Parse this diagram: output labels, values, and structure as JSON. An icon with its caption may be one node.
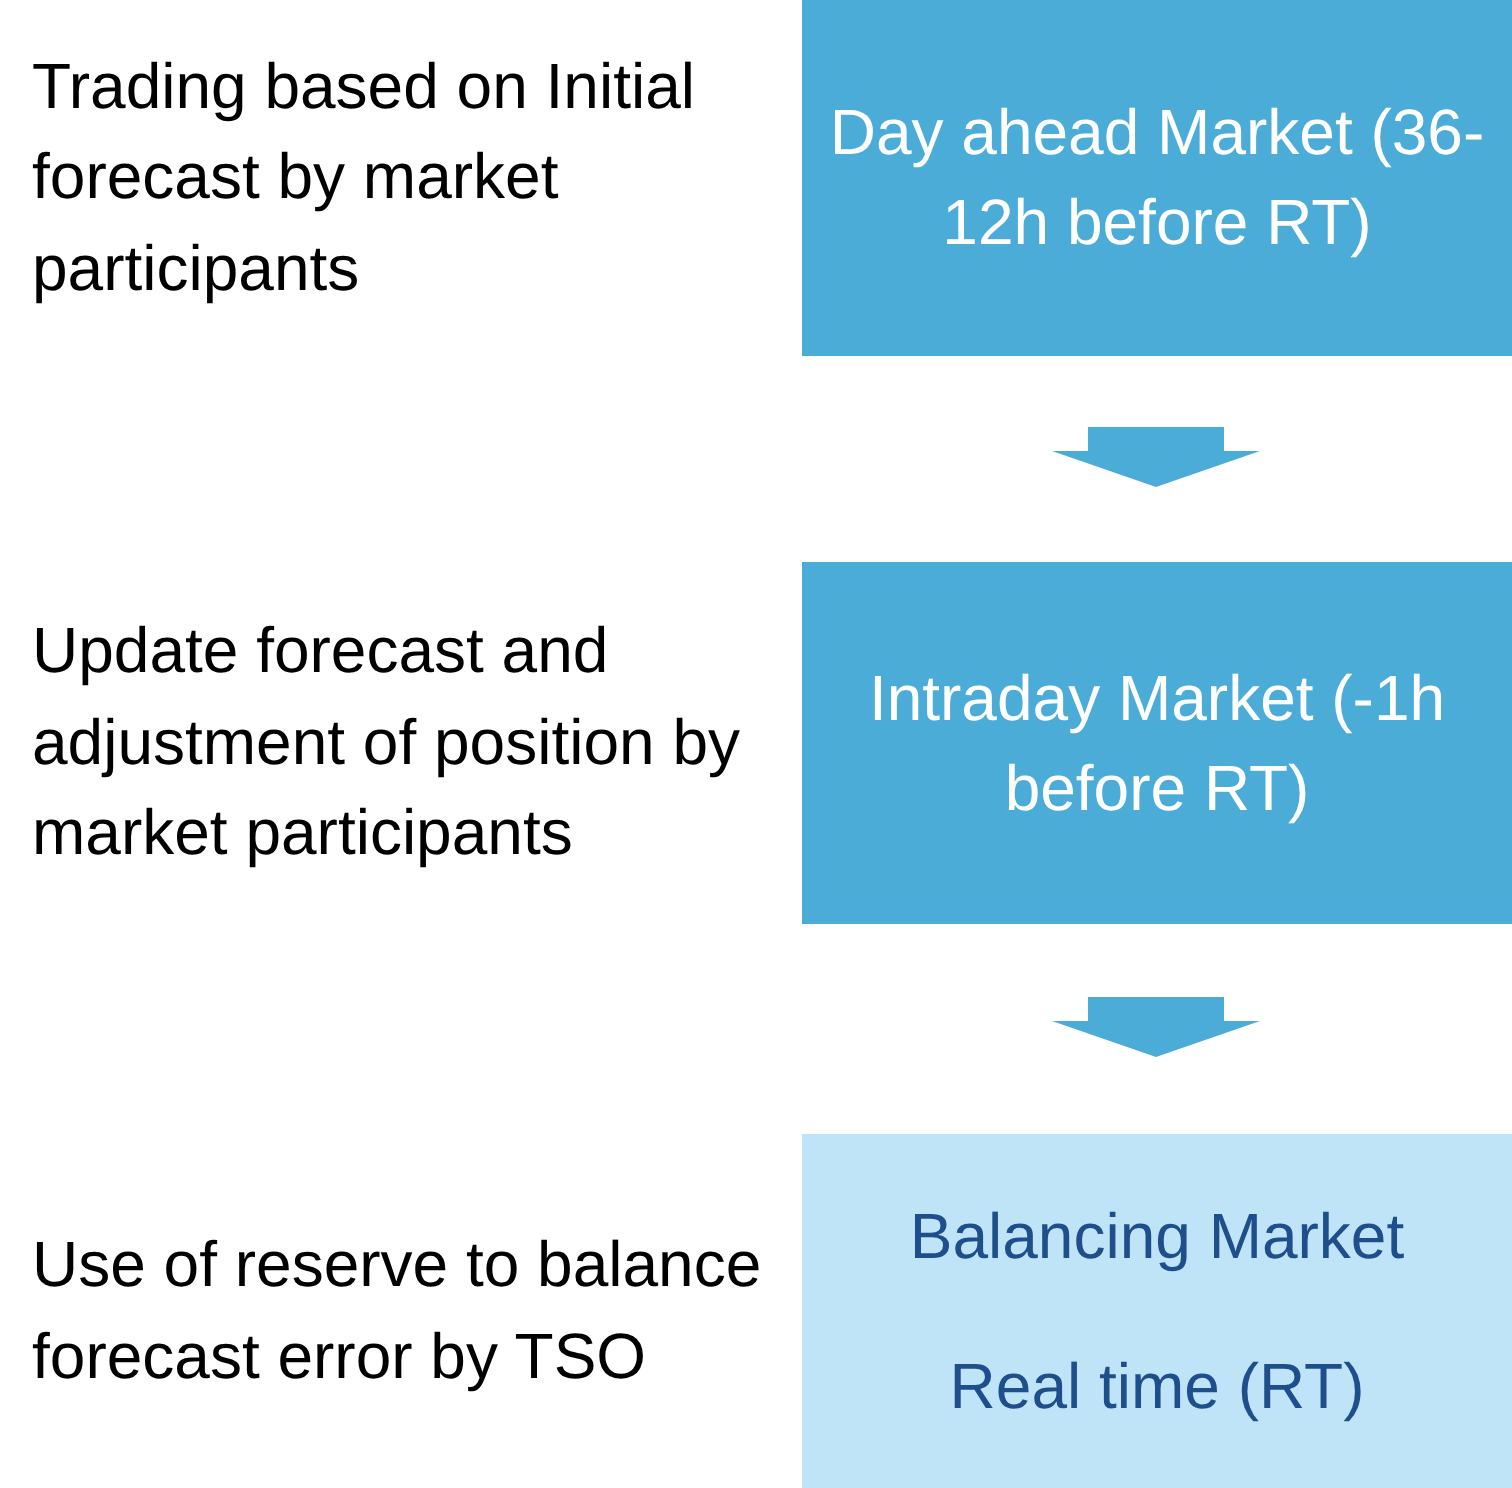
{
  "diagram": {
    "nodes": [
      {
        "text": [
          "Day ahead Market (36-12h before RT)"
        ],
        "beside": [
          "Trading based on Initial forecast by market participants"
        ]
      },
      {
        "text": [
          "Intraday Market (-1h before RT)"
        ],
        "beside": [
          "Update forecast and adjustment of position by market participants"
        ]
      },
      {
        "text": [
          "Balancing Market",
          "Real time (RT)"
        ],
        "beside": [
          "Use of reserve to balance forecast error by TSO"
        ]
      }
    ],
    "edges": [
      {
        "from": 0,
        "to": 1,
        "arrow": "to"
      },
      {
        "from": 1,
        "to": 2,
        "arrow": "to"
      }
    ]
  }
}
